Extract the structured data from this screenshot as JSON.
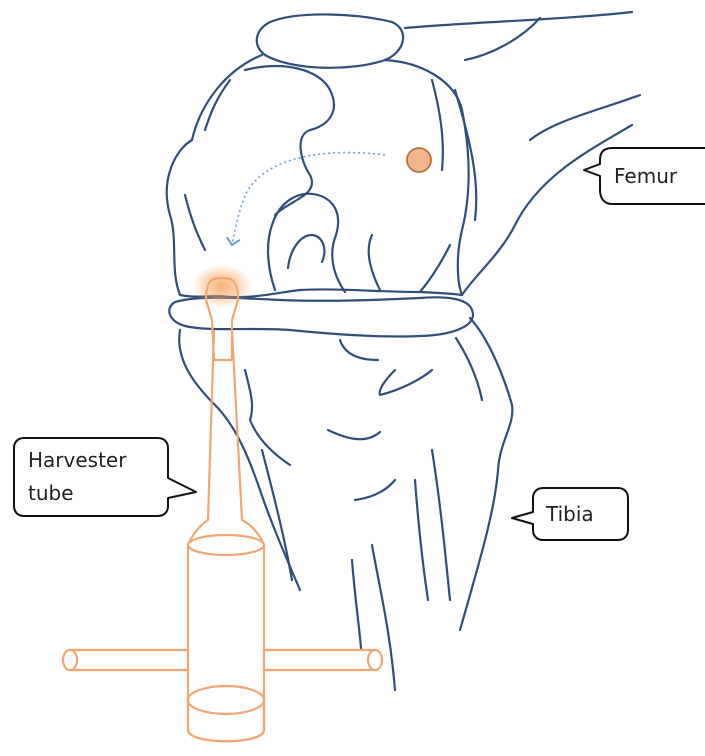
{
  "labels": {
    "femur": "Femur",
    "tibia": "Tibia",
    "harvester_line1": "Harvester",
    "harvester_line2": "tube"
  },
  "colors": {
    "bone_outline": "#2f4f7a",
    "tool_outline": "#f2a772",
    "marker_fill": "#f0b58a",
    "marker_stroke": "#b8733f",
    "arrow": "#6fa0d6",
    "glow": "#f7a35c"
  }
}
